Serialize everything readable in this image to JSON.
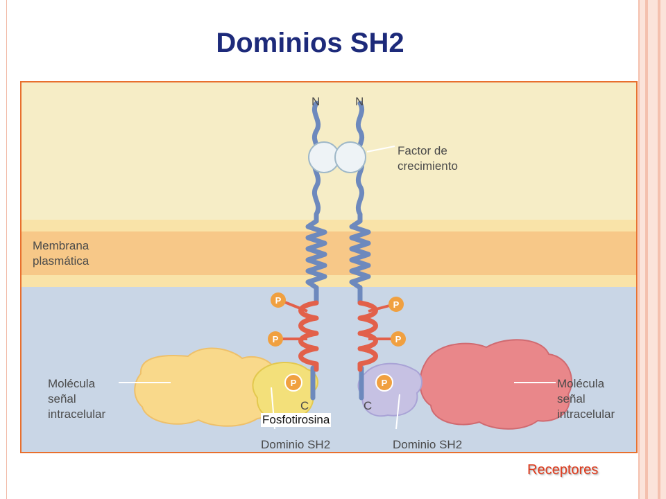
{
  "slide": {
    "title": "Dominios SH2",
    "footer_label": "Receptores"
  },
  "diagram": {
    "n_left": "N",
    "n_right": "N",
    "c_left": "C",
    "c_right": "C",
    "factor_line1": "Factor de",
    "factor_line2": "crecimiento",
    "membrana_line1": "Membrana",
    "membrana_line2": "plasmática",
    "p_label": "P",
    "molecula_left": [
      "Molécula",
      "señal",
      "intracelular"
    ],
    "molecula_right": [
      "Molécula",
      "señal",
      "intracelular"
    ],
    "dominio_left": "Dominio SH2",
    "dominio_right": "Dominio SH2",
    "fosfotirosina": "Fosfotirosina"
  },
  "colors": {
    "title": "#1d2a7a",
    "frame": "#e8702e",
    "membrane": "#f7c888",
    "cytoplasm": "#c9d6e6",
    "receptor_blue": "#6d89bd",
    "receptor_red": "#e2604a",
    "phospho": "#f0a040",
    "molecule_left": "#f9d98b",
    "molecule_right": "#e9878a",
    "sh2_left": "#f3e07a",
    "sh2_right": "#c6c1e3",
    "footer": "#e03a1c"
  }
}
